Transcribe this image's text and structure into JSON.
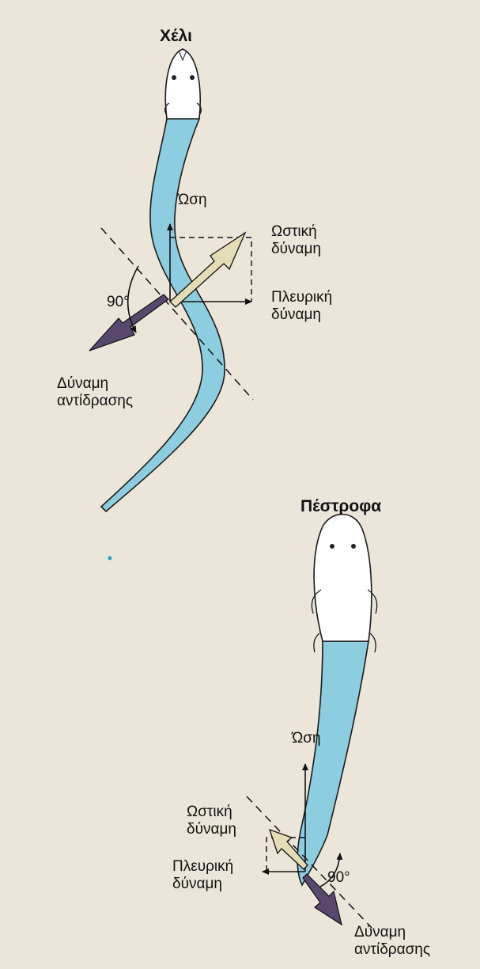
{
  "eel": {
    "title": "Χέλι",
    "thrust": "Ώση",
    "lift_line1": "Ωστική",
    "lift_line2": "δύναμη",
    "lateral_line1": "Πλευρική",
    "lateral_line2": "δύναμη",
    "angle": "90°",
    "reaction_line1": "Δύναμη",
    "reaction_line2": "αντίδρασης"
  },
  "trout": {
    "title": "Πέστροφα",
    "thrust": "Ώση",
    "lift_line1": "Ωστική",
    "lift_line2": "δύναμη",
    "lateral_line1": "Πλευρική",
    "lateral_line2": "δύναμη",
    "angle": "90°",
    "reaction_line1": "Δύναμη",
    "reaction_line2": "αντίδρασης"
  },
  "colors": {
    "body": "#8ccde0",
    "head": "#ffffff",
    "thrust_arrow": "#e4dcb4",
    "reaction_arrow": "#58486e",
    "line": "#111111",
    "page": "#ece6da"
  }
}
